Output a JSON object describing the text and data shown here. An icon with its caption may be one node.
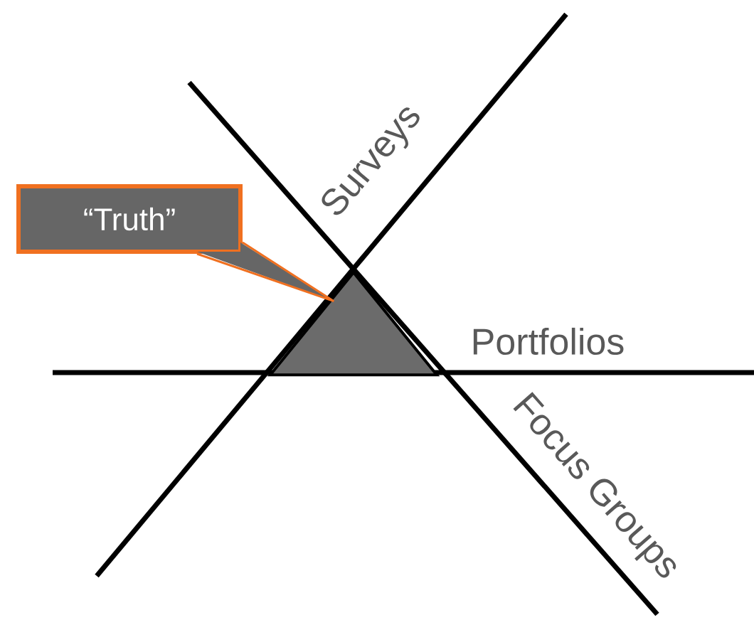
{
  "diagram": {
    "nodes": [
      {
        "text": [
          "“Truth”"
        ]
      },
      {
        "text": [],
        "shape": "triangle"
      }
    ],
    "edges": [
      {
        "from": 0,
        "to": 1,
        "arrow": "none",
        "color": "#f07020"
      }
    ],
    "labels": [
      "Surveys",
      "Portfolios",
      "Focus Groups"
    ]
  }
}
